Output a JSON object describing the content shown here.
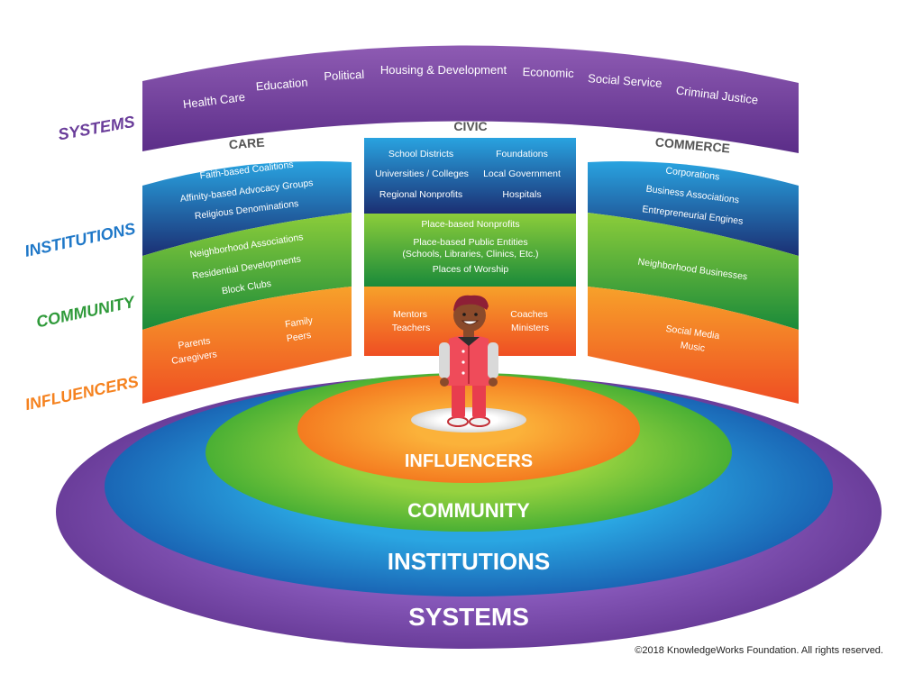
{
  "side_labels": {
    "systems": "SYSTEMS",
    "institutions": "INSTITUTIONS",
    "community": "COMMUNITY",
    "influencers": "INFLUENCERS"
  },
  "systems_items": [
    "Health Care",
    "Education",
    "Political",
    "Housing & Development",
    "Economic",
    "Social Service",
    "Criminal Justice"
  ],
  "columns": {
    "care": {
      "title": "CARE",
      "institutions": [
        "Faith-based Coalitions",
        "Affinity-based Advocacy Groups",
        "Religious Denominations"
      ],
      "community": [
        "Neighborhood Associations",
        "Residential Developments",
        "Block Clubs"
      ],
      "influencers": [
        "Family",
        "Peers",
        "Parents",
        "Caregivers"
      ]
    },
    "civic": {
      "title": "CIVIC",
      "institutions": [
        "School Districts",
        "Foundations",
        "Universities / Colleges",
        "Local Government",
        "Regional Nonprofits",
        "Hospitals"
      ],
      "community": [
        "Place-based Nonprofits",
        "Place-based Public Entities",
        "(Schools, Libraries, Clinics, Etc.)",
        "Places of Worship"
      ],
      "influencers": [
        "Mentors",
        "Coaches",
        "Teachers",
        "Ministers"
      ]
    },
    "commerce": {
      "title": "COMMERCE",
      "institutions": [
        "Corporations",
        "Business Associations",
        "Entrepreneurial Engines"
      ],
      "community": [
        "Neighborhood Businesses"
      ],
      "influencers": [
        "Social Media",
        "Music"
      ]
    }
  },
  "rings": {
    "influencers": "INFLUENCERS",
    "community": "COMMUNITY",
    "institutions": "INSTITUTIONS",
    "systems": "SYSTEMS"
  },
  "copyright": "©2018 KnowledgeWorks Foundation. All rights reserved.",
  "colors": {
    "systems": "#6a3d9a",
    "institutions": "#1f78c8",
    "community": "#3aa537",
    "influencers": "#f5821f"
  }
}
